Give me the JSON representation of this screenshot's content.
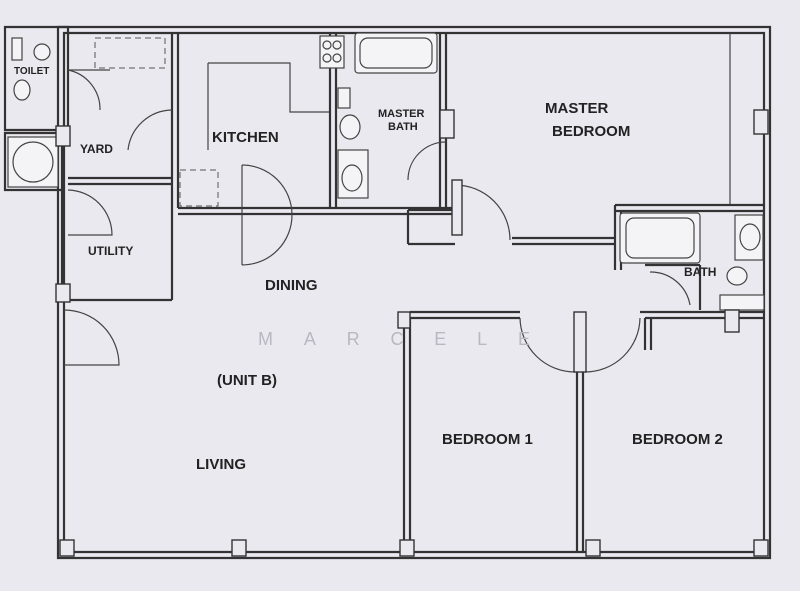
{
  "plan": {
    "unit_label": "(UNIT B)",
    "watermark": "MARCELE",
    "rooms": {
      "toilet": "TOILET",
      "yard": "YARD",
      "kitchen": "KITCHEN",
      "master_bath_1": "MASTER",
      "master_bath_2": "BATH",
      "master_bedroom_1": "MASTER",
      "master_bedroom_2": "BEDROOM",
      "utility": "UTILITY",
      "dining": "DINING",
      "bath": "BATH",
      "living": "LIVING",
      "bedroom_1": "BEDROOM 1",
      "bedroom_2": "BEDROOM 2"
    }
  }
}
